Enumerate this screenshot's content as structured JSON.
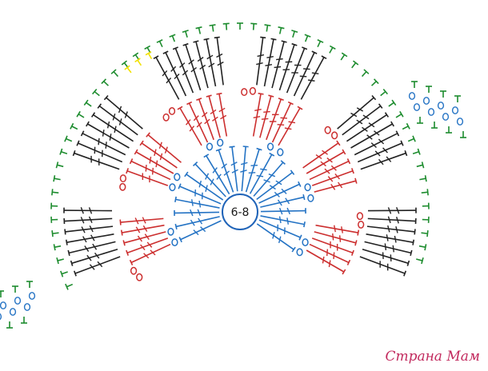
{
  "center": {
    "label": "6-8"
  },
  "watermark": {
    "text": "Страна Мам"
  },
  "colors": {
    "center_ring": "#1f63b8",
    "row_blue": "#2473c4",
    "row_red": "#cc2f2f",
    "row_black": "#222222",
    "row_green": "#1d8c2e",
    "highlight_yellow": "#f2e100",
    "watermark": "#c22a5e"
  },
  "legend_symbols": [
    "double-crochet-stitch",
    "chain-stitch-loop",
    "single-crochet-stitch"
  ]
}
